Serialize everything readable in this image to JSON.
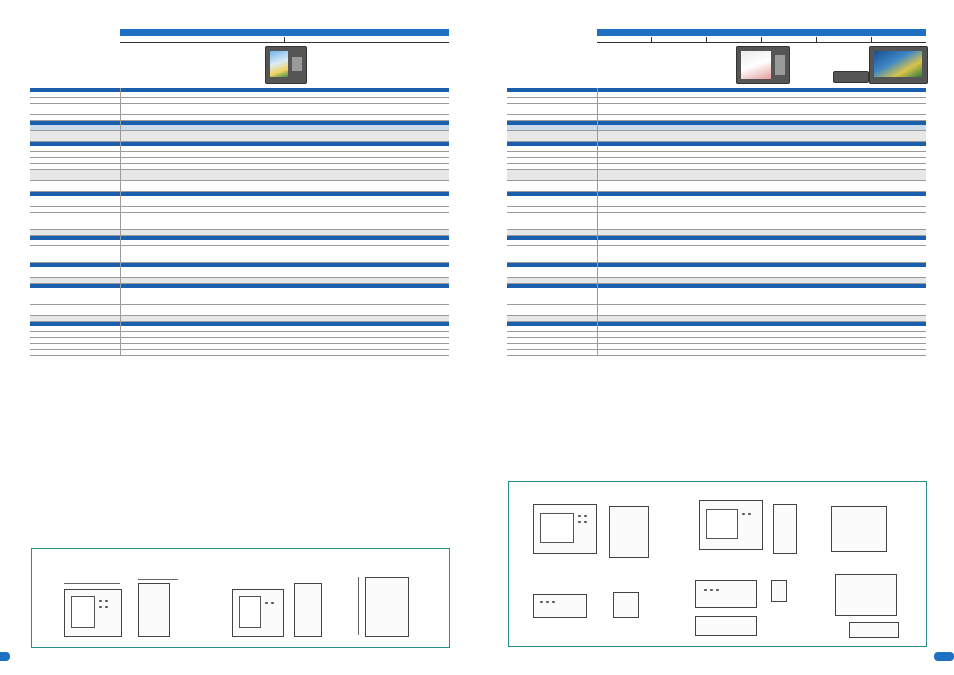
{
  "pages": [
    {
      "side": "left",
      "columns": 2,
      "photo_count": 1
    },
    {
      "side": "right",
      "columns": 6,
      "photo_count": 3
    }
  ],
  "colors": {
    "accent_blue": "#1f6fc2",
    "section_blue": "#1a5fae",
    "subsection_light": "#c9d9ec",
    "grey_row": "#e7e7e7",
    "frame_teal": "#2a8c8c"
  }
}
